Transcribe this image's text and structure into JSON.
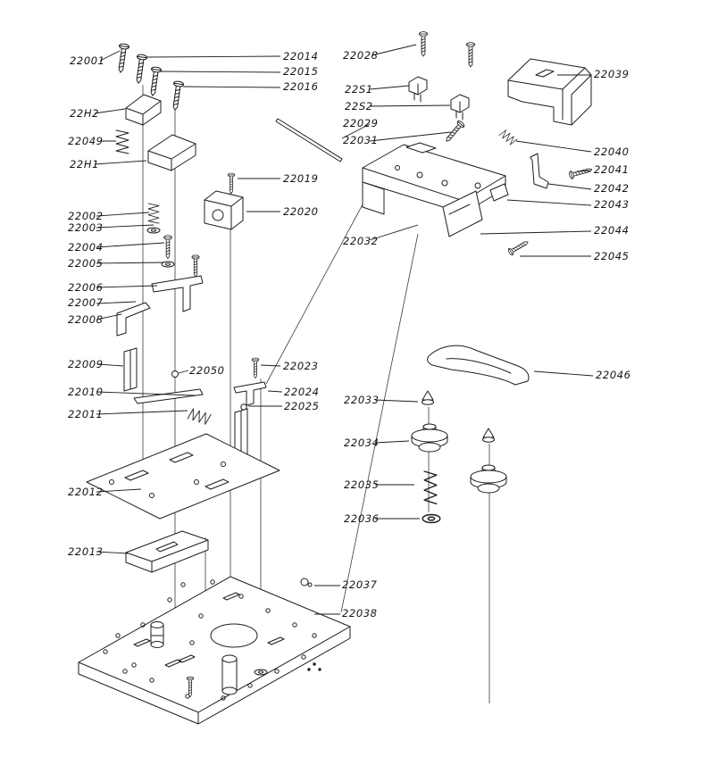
{
  "colors": {
    "line": "#1d1d1d",
    "background": "#ffffff"
  },
  "labels": [
    {
      "text": "22001"
    },
    {
      "text": "22H2"
    },
    {
      "text": "22049"
    },
    {
      "text": "22H1"
    },
    {
      "text": "22002"
    },
    {
      "text": "22003"
    },
    {
      "text": "22004"
    },
    {
      "text": "22005"
    },
    {
      "text": "22006"
    },
    {
      "text": "22007"
    },
    {
      "text": "22008"
    },
    {
      "text": "22009"
    },
    {
      "text": "22010"
    },
    {
      "text": "22011"
    },
    {
      "text": "22012"
    },
    {
      "text": "22013"
    },
    {
      "text": "22014"
    },
    {
      "text": "22015"
    },
    {
      "text": "22016"
    },
    {
      "text": "22019"
    },
    {
      "text": "22020"
    },
    {
      "text": "22050"
    },
    {
      "text": "22023"
    },
    {
      "text": "22024"
    },
    {
      "text": "22025"
    },
    {
      "text": "22028"
    },
    {
      "text": "22S1"
    },
    {
      "text": "22S2"
    },
    {
      "text": "22029"
    },
    {
      "text": "22031"
    },
    {
      "text": "22032"
    },
    {
      "text": "22033"
    },
    {
      "text": "22034"
    },
    {
      "text": "22035"
    },
    {
      "text": "22036"
    },
    {
      "text": "22037"
    },
    {
      "text": "22038"
    },
    {
      "text": "22039"
    },
    {
      "text": "22040"
    },
    {
      "text": "22041"
    },
    {
      "text": "22042"
    },
    {
      "text": "22043"
    },
    {
      "text": "22044"
    },
    {
      "text": "22045"
    },
    {
      "text": "22046"
    }
  ]
}
